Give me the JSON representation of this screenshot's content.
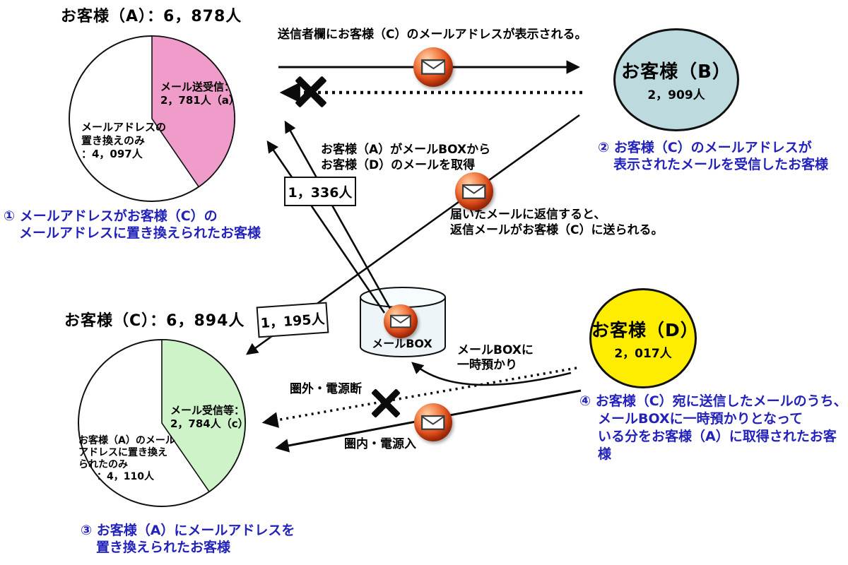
{
  "colors": {
    "pink": "#F09CCB",
    "green": "#CFF3C8",
    "light_blue": "#BDDBDE",
    "yellow": "#FFED00",
    "note_blue": "#2222BB",
    "mail_red": "#DF4D1A"
  },
  "customer_a": {
    "title": "お客様（A）：6，878人",
    "pie": {
      "type": "pie",
      "total": 6878,
      "slices": [
        {
          "label": "メール送受信（a）",
          "value": 2781,
          "color": "#F09CCB"
        },
        {
          "label": "メールアドレスの置き換えのみ",
          "value": 4097,
          "color": "#FFFFFF"
        }
      ]
    },
    "pink_label_lines": [
      "メール送受信：",
      "2，781人（a）"
    ],
    "white_label_lines": [
      "メールアドレスの",
      "置き換えのみ",
      "：4，097人"
    ]
  },
  "customer_c": {
    "title": "お客様（C）：6，894人",
    "pie": {
      "type": "pie",
      "total": 6894,
      "slices": [
        {
          "label": "メール受信等（c）",
          "value": 2784,
          "color": "#CFF3C8"
        },
        {
          "label": "お客様（A）のメールアドレスに置き換えられたのみ",
          "value": 4110,
          "color": "#FFFFFF"
        }
      ]
    },
    "green_label_lines": [
      "メール受信等：",
      "2，784人（c）"
    ],
    "white_label_lines": [
      "お客様（A）のメール",
      "アドレスに置き換え",
      "られたのみ",
      "：4，110人"
    ]
  },
  "customer_b": {
    "name": "お客様（B）",
    "count": "2，909人"
  },
  "customer_d": {
    "name": "お客様（D）",
    "count": "2，017人"
  },
  "notes": {
    "n1": {
      "lines": [
        "① メールアドレスがお客様（C）の",
        "メールアドレスに置き換えられたお客様"
      ]
    },
    "n2": {
      "lines": [
        "② お客様（C）のメールアドレスが",
        "表示されたメールを受信したお客様"
      ]
    },
    "n3": {
      "lines": [
        "③ お客様（A）にメールアドレスを",
        "置き換えられたお客様"
      ]
    },
    "n4": {
      "lines": [
        "④ お客様（C）宛に送信したメールのうち、",
        "メールBOXに一時預かりとなって",
        "いる分をお客様（A）に取得されたお客様"
      ]
    }
  },
  "flow_labels": {
    "sender_display": "送信者欄にお客様（C）のメールアドレスが表示される。",
    "fetch_lines": [
      "お客様（A）がメールBOXから",
      "お客様（D）のメールを取得"
    ],
    "reply_lines": [
      "届いたメールに返信すると、",
      "返信メールがお客様（C）に送られる。"
    ],
    "temp_hold_lines": [
      "メールBOXに",
      "一時預かり"
    ],
    "out_of_range": "圏外・電源断",
    "in_range": "圏内・電源入",
    "count_1336": "1，336人",
    "count_1195": "1，195人",
    "mailbox": "メールBOX"
  },
  "chart_data": [
    {
      "type": "pie",
      "title": "お客様（A）：6，878人",
      "categories": [
        "メール送受信（a）",
        "メールアドレスの置き換えのみ"
      ],
      "values": [
        2781,
        4097
      ]
    },
    {
      "type": "pie",
      "title": "お客様（C）：6，894人",
      "categories": [
        "メール受信等（c）",
        "お客様（A）のメールアドレスに置き換えられたのみ"
      ],
      "values": [
        2784,
        4110
      ]
    }
  ]
}
